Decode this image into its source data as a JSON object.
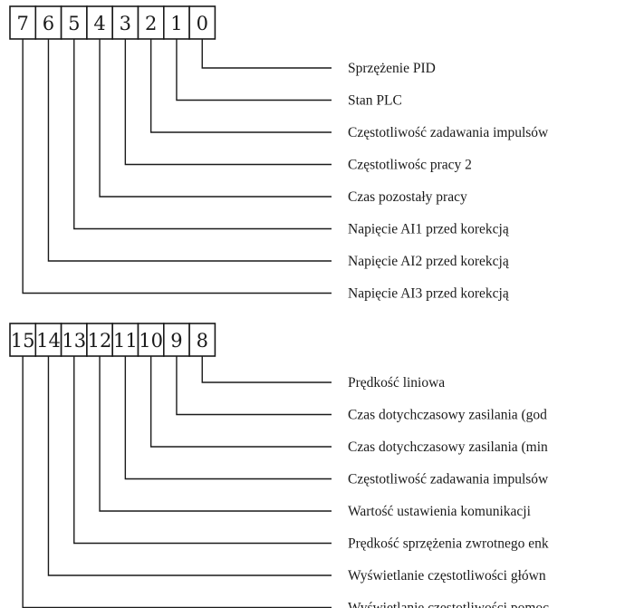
{
  "groups": [
    {
      "bits": [
        "7",
        "6",
        "5",
        "4",
        "3",
        "2",
        "1",
        "0"
      ],
      "labels": [
        "Sprzężenie PID",
        "Stan PLC",
        "Częstotliwość zadawania impulsów",
        "Częstotliwośc pracy 2",
        "Czas pozostały pracy",
        "Napięcie AI1 przed korekcją",
        "Napięcie AI2 przed korekcją",
        "Napięcie AI3 przed korekcją"
      ]
    },
    {
      "bits": [
        "15",
        "14",
        "13",
        "12",
        "11",
        "10",
        "9",
        "8"
      ],
      "labels": [
        "Prędkość liniowa",
        "Czas dotychczasowy zasilania (god",
        "Czas dotychczasowy zasilania (min",
        "Częstotliwość zadawania impulsów",
        "Wartość ustawienia komunikacji",
        "Prędkość sprzężenia zwrotnego enk",
        "Wyświetlanie częstotliwości główn",
        "Wyświetlanie częstotliwości pomoc"
      ]
    }
  ]
}
